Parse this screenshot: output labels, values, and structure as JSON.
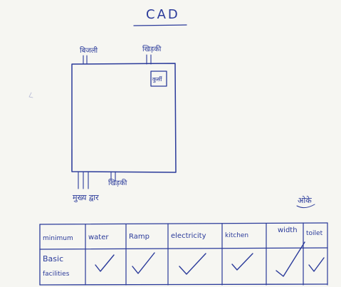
{
  "title": "CAD",
  "plan": {
    "label_top_left": "बिजली",
    "label_top_right": "खिड़की",
    "label_corner_box": "कुर्सी",
    "label_bottom_right": "खिड़की",
    "label_bottom_left": "मुख्य द्वार"
  },
  "signature": "ओके",
  "table": {
    "headers": [
      "minimum",
      "water",
      "Ramp",
      "electricity",
      "kitchen",
      "width",
      "toilet"
    ],
    "row_label_line1": "Basic",
    "row_label_line2": "facilities",
    "checks": [
      true,
      true,
      true,
      true,
      true,
      true
    ]
  },
  "colors": {
    "ink": "#2a3a9a",
    "paper": "#f6f6f2"
  }
}
